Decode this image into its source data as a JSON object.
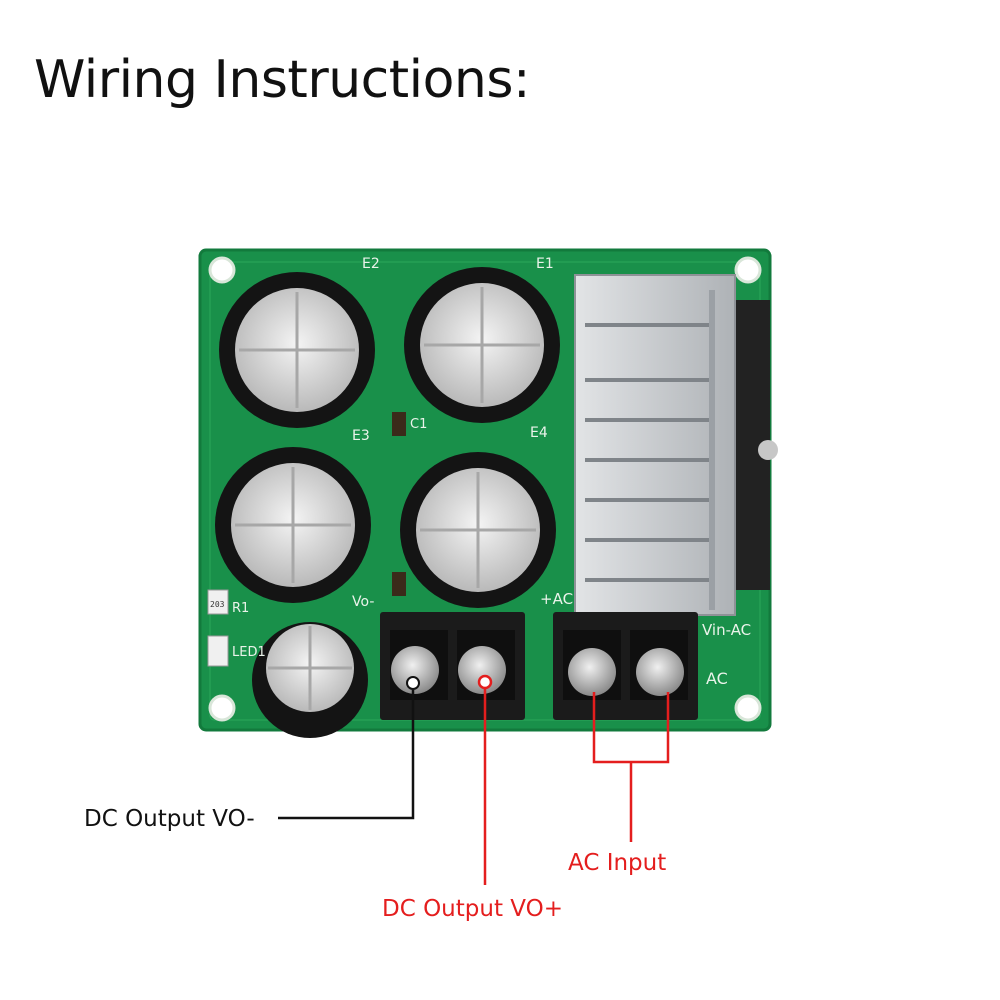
{
  "title": "Wiring Instructions:",
  "labels": {
    "dc_output_minus": "DC Output VO-",
    "dc_output_plus": "DC Output VO+",
    "ac_input": "AC Input"
  },
  "silkscreen": {
    "e1": "E1",
    "e2": "E2",
    "e3": "E3",
    "e4": "E4",
    "c1": "C1",
    "r1": "R1",
    "led1": "LED1",
    "vo_minus": "Vo-",
    "plus_ac": "+AC",
    "vin_ac": "Vin-AC",
    "ac": "AC",
    "r1_code": "203"
  },
  "colors": {
    "pcb": "#19904a",
    "pcb_edge": "#127a3c",
    "capacitor_body": "#141414",
    "capacitor_top": "#dcdcdc",
    "heatsink": "#c9ccd0",
    "terminal": "#1b1b1b",
    "wire_black": "#111111",
    "wire_red": "#e41e1e"
  }
}
